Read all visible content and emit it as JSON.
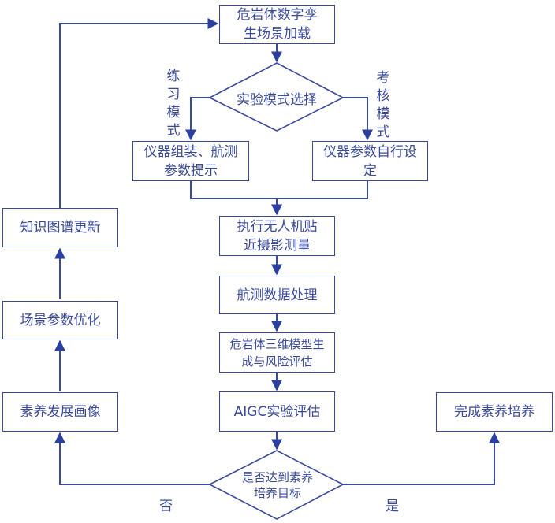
{
  "colors": {
    "stroke": "#3a4a9a",
    "arrow": "#2a3fa0",
    "text": "#3a4a9a",
    "background": "#ffffff"
  },
  "nodes": {
    "load_scene": "危岩体数字孪生场景加载",
    "mode_select": "实验模式选择",
    "practice_box": "仪器组装、航测参数提示",
    "exam_box": "仪器参数自行设定",
    "uav_photo": "执行无人机贴近摄影测量",
    "data_process": "航测数据处理",
    "model_risk": "危岩体三维模型生成与风险评估",
    "aigc_eval": "AIGC实验评估",
    "goal_check": "是否达到素养培养目标",
    "literacy_profile": "素养发展画像",
    "scene_optimize": "场景参数优化",
    "kg_update": "知识图谱更新",
    "complete": "完成素养培养"
  },
  "edge_labels": {
    "practice_mode": "练习模式",
    "exam_mode": "考核模式",
    "no": "否",
    "yes": "是"
  }
}
